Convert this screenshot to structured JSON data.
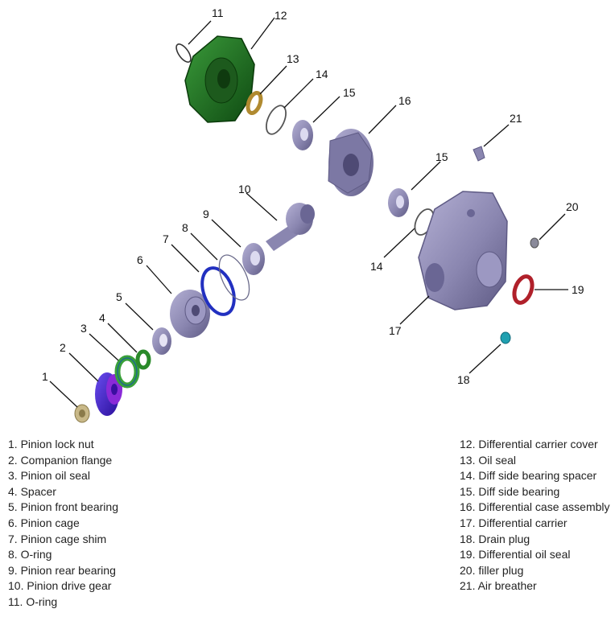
{
  "callout_numbers": [
    "1",
    "2",
    "3",
    "4",
    "5",
    "6",
    "7",
    "8",
    "9",
    "10",
    "11",
    "12",
    "13",
    "14",
    "14",
    "15",
    "15",
    "16",
    "17",
    "18",
    "19",
    "20",
    "21"
  ],
  "legend_left": [
    "1. Pinion lock nut",
    "2. Companion flange",
    "3. Pinion oil seal",
    "4. Spacer",
    "5. Pinion front bearing",
    "6. Pinion cage",
    "7. Pinion cage shim",
    "8. O-ring",
    "9. Pinion rear bearing",
    "10. Pinion drive gear",
    "11. O-ring"
  ],
  "legend_right": [
    "12. Differential carrier cover",
    "13. Oil seal",
    "14. Diff side bearing spacer",
    "15. Diff side bearing",
    "16. Differential case assembly",
    "17. Differential carrier",
    "18. Drain plug",
    "19. Differential oil seal",
    "20. filler plug",
    "21. Air breather"
  ],
  "colors": {
    "part_gray": "#8a86b0",
    "cover_green": "#1f6b1f",
    "flange_blue": "#3a1fc8",
    "seal_green": "#3aa03a",
    "shim_blue": "#2230c0",
    "oil_seal_red": "#b0202a",
    "oil_seal_gold": "#b08a30",
    "nut_tan": "#c8b888",
    "drain_teal": "#20a0b0"
  }
}
